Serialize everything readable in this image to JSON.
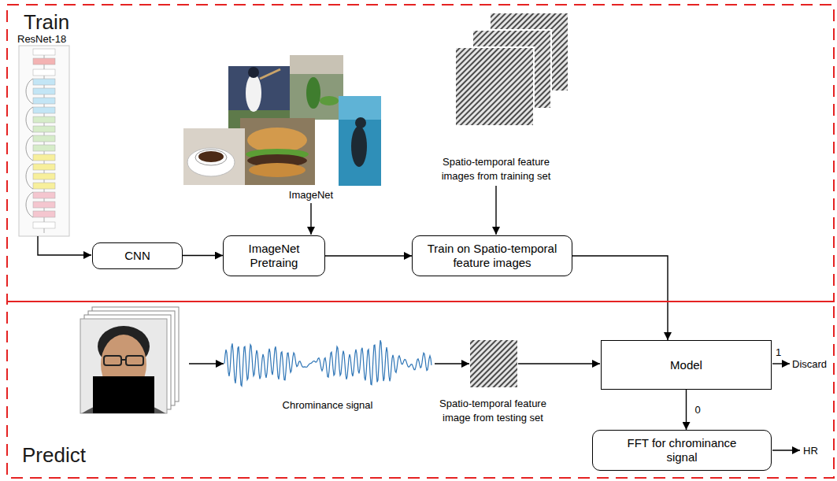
{
  "diagram": {
    "nodes": [
      {
        "text": [
          "Train"
        ]
      },
      {
        "text": [
          "CNN"
        ],
        "in": 0
      },
      {
        "text": [
          "ImageNet Pretraing"
        ],
        "in": 0
      },
      {
        "text": [
          "Train on Spatio-temporal feature images"
        ],
        "in": 0
      },
      {
        "text": [
          "Predict"
        ]
      },
      {
        "text": [
          "Model"
        ],
        "in": 4
      },
      {
        "text": [
          "FFT for chrominance signal"
        ],
        "in": 4
      }
    ],
    "edges": [
      {
        "from": 1,
        "to": 2,
        "arrow": "to"
      },
      {
        "from": 2,
        "to": 3,
        "arrow": "to"
      },
      {
        "from": 3,
        "to": 5,
        "arrow": "to"
      },
      {
        "from": 5,
        "to": 6,
        "label": "0",
        "arrow": "to"
      }
    ],
    "labels": [
      "ResNet-18",
      "ImageNet",
      "Spatio-temporal feature images from training set",
      "Chrominance signal",
      "Spatio-temporal feature image from testing set",
      "1",
      "Discard",
      "HR"
    ]
  }
}
